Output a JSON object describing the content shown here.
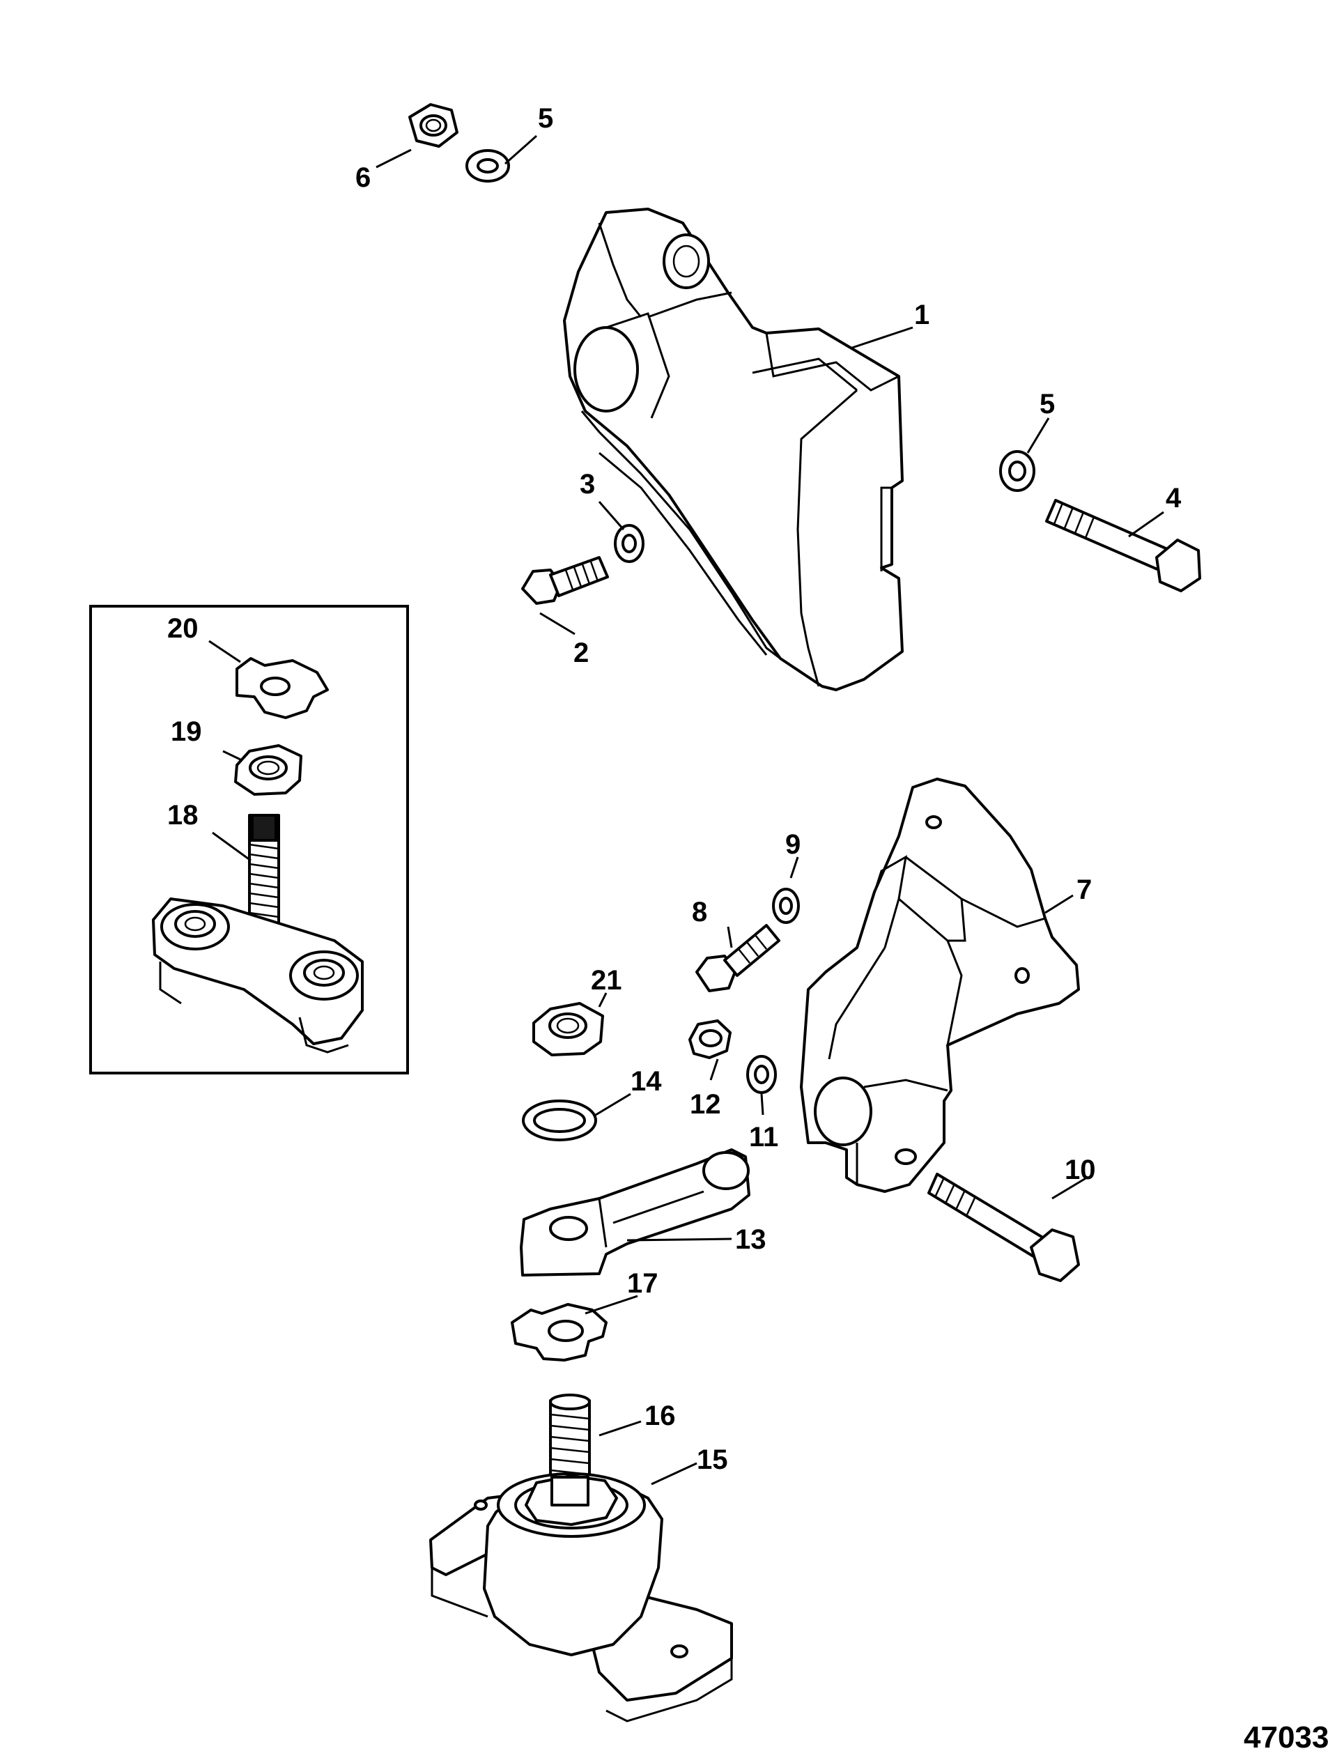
{
  "figure_number": "47033",
  "callouts": {
    "c1": "1",
    "c2": "2",
    "c3": "3",
    "c4": "4",
    "c5a": "5",
    "c5b": "5",
    "c6": "6",
    "c7": "7",
    "c8": "8",
    "c9": "9",
    "c10": "10",
    "c11": "11",
    "c12": "12",
    "c13": "13",
    "c14": "14",
    "c15": "15",
    "c16": "16",
    "c17": "17",
    "c18": "18",
    "c19": "19",
    "c20": "20",
    "c21": "21"
  }
}
